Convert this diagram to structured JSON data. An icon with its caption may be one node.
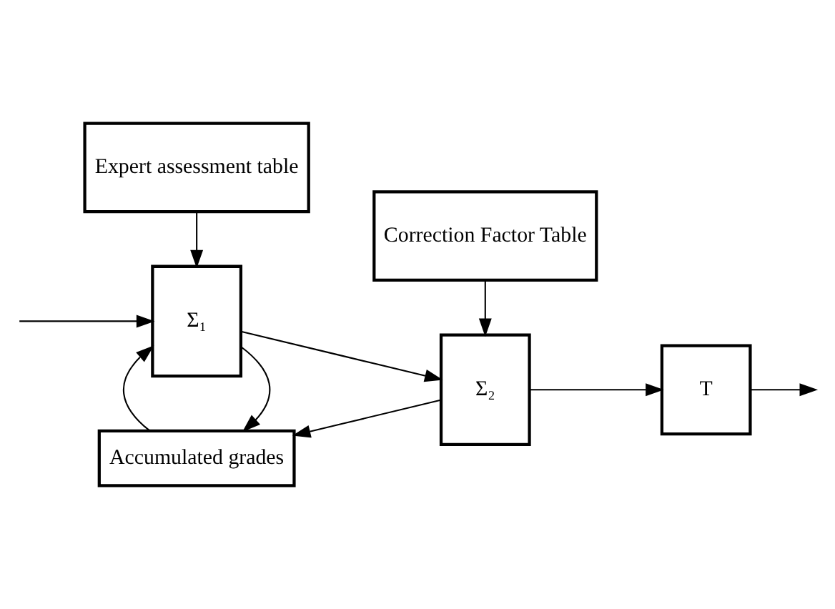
{
  "diagram": {
    "nodes": [
      {
        "text": [
          "Expert assessment table"
        ]
      },
      {
        "text": [
          "Correction Factor Table"
        ]
      },
      {
        "text": [
          "Σ₁"
        ]
      },
      {
        "text": [
          "Σ₂"
        ]
      },
      {
        "text": [
          "T"
        ]
      },
      {
        "text": [
          "Accumulated grades"
        ]
      }
    ],
    "edges": [
      {
        "from": null,
        "to": 2,
        "arrow": "to"
      },
      {
        "from": 0,
        "to": 2,
        "arrow": "to"
      },
      {
        "from": 1,
        "to": 3,
        "arrow": "to"
      },
      {
        "from": 2,
        "to": 3,
        "arrow": "to"
      },
      {
        "from": 3,
        "to": 4,
        "arrow": "to"
      },
      {
        "from": 4,
        "to": null,
        "arrow": "to"
      },
      {
        "from": 2,
        "to": 5,
        "arrow": "to"
      },
      {
        "from": 3,
        "to": 5,
        "arrow": "to"
      },
      {
        "from": 5,
        "to": 2,
        "arrow": "to"
      }
    ]
  }
}
